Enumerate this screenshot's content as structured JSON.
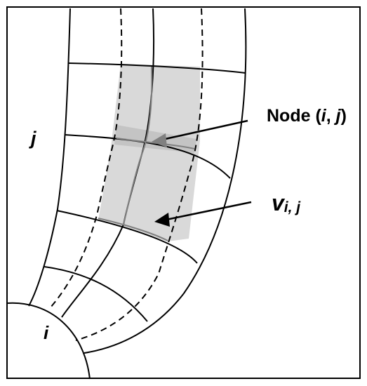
{
  "labels": {
    "node_prefix": "Node (",
    "node_i": "i",
    "node_comma": ", ",
    "node_j": "j",
    "node_suffix": ")",
    "v_base": "v",
    "v_sub": "i, j",
    "axis_j": "j",
    "axis_i": "i"
  },
  "colors": {
    "line": "#000000",
    "cell_fill": "#d9d9d9",
    "node_band": "#bfbfbf",
    "highlight_line": "#808080",
    "node_arrow": "#808080",
    "v_arrow": "#000000"
  }
}
